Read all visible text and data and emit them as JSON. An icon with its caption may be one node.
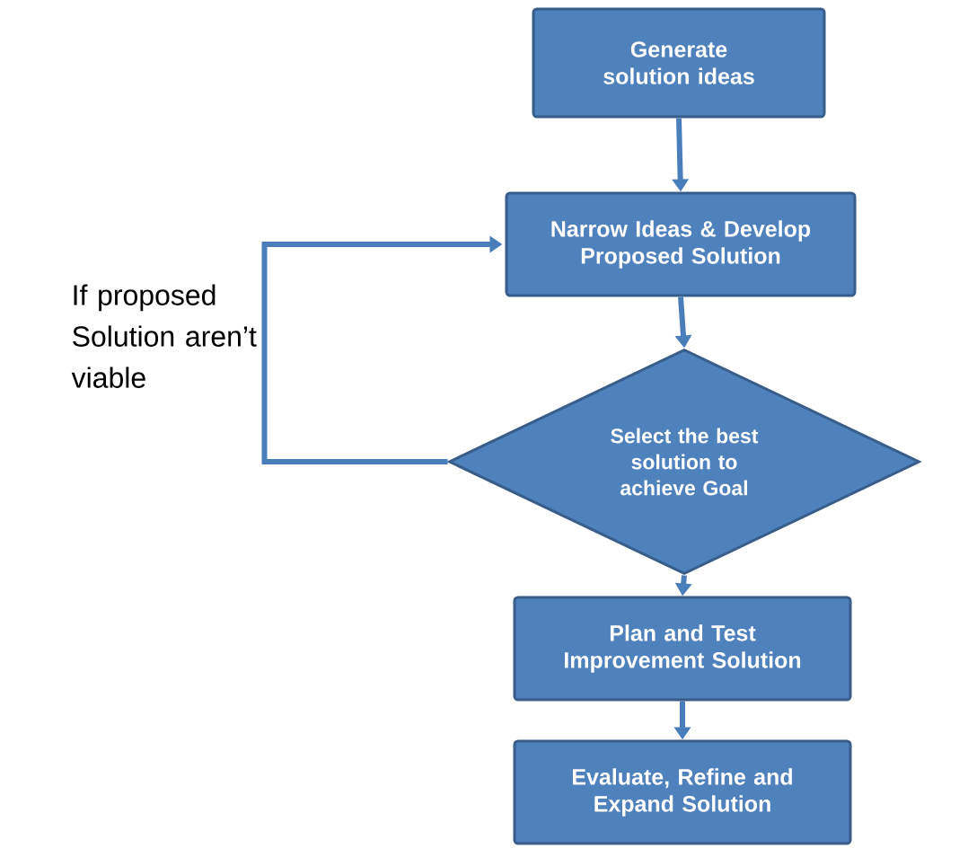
{
  "diagram": {
    "nodes": [
      {
        "text": [
          "Generate solution ideas"
        ]
      },
      {
        "text": [
          "Narrow Ideas & Develop Proposed Solution"
        ]
      },
      {
        "text": [
          "Select the best solution to achieve Goal"
        ]
      },
      {
        "text": [
          "Plan and Test Improvement Solution"
        ]
      },
      {
        "text": [
          "Evaluate, Refine and Expand Solution"
        ]
      }
    ],
    "edges": [
      {
        "from": 0,
        "to": 1,
        "arrow": "to"
      },
      {
        "from": 1,
        "to": 2,
        "arrow": "to"
      },
      {
        "from": 2,
        "to": 3,
        "arrow": "to"
      },
      {
        "from": 3,
        "to": 4,
        "arrow": "to"
      },
      {
        "from": 2,
        "to": 1,
        "arrow": "to",
        "label": "If proposed Solution aren’t viable"
      }
    ]
  }
}
